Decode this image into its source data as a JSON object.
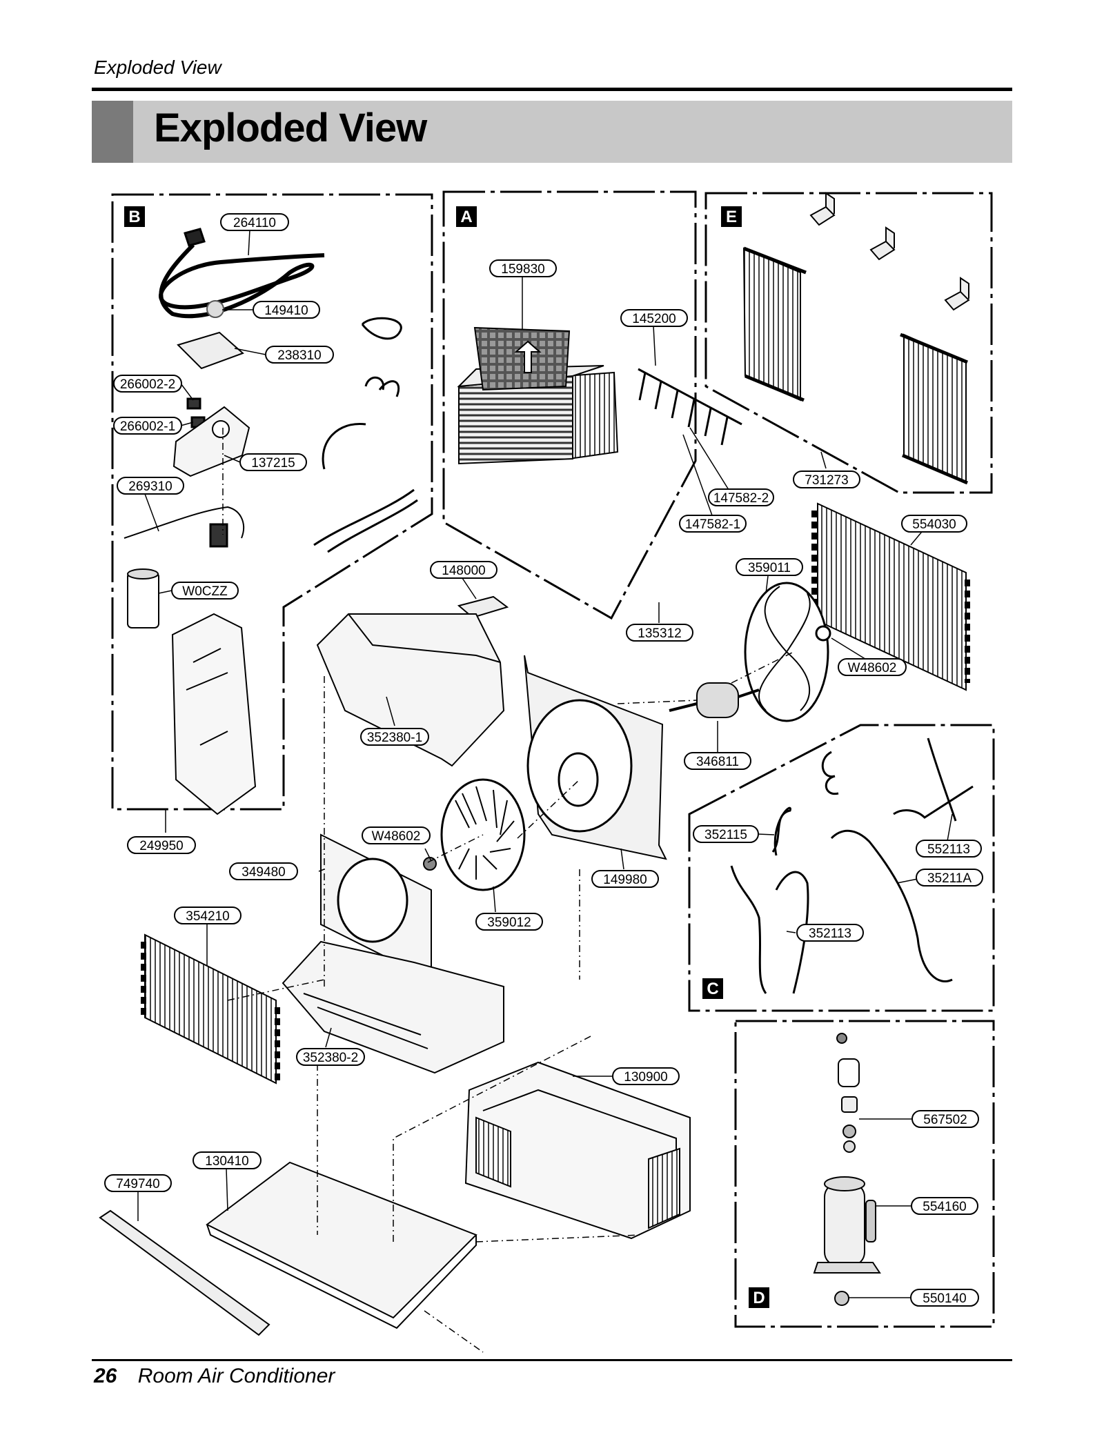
{
  "header": {
    "running_title": "Exploded View",
    "section_title": "Exploded View"
  },
  "footer": {
    "page_number": "26",
    "document_title": "Room Air Conditioner"
  },
  "panels": {
    "a": "A",
    "b": "B",
    "c": "C",
    "d": "D",
    "e": "E"
  },
  "callouts": {
    "p264110": "264110",
    "p149410": "149410",
    "p238310": "238310",
    "p266002_2": "266002-2",
    "p266002_1": "266002-1",
    "p137215": "137215",
    "p269310": "269310",
    "pW0CZZ": "W0CZZ",
    "p249950": "249950",
    "p159830": "159830",
    "p145200": "145200",
    "p147582_2": "147582-2",
    "p147582_1": "147582-1",
    "p731273": "731273",
    "p554030": "554030",
    "p148000": "148000",
    "p135312": "135312",
    "p359011": "359011",
    "pW48602_a": "W48602",
    "p352380_1": "352380-1",
    "p346811": "346811",
    "pW48602_b": "W48602",
    "p349480": "349480",
    "p149980": "149980",
    "p359012": "359012",
    "p354210": "354210",
    "p352380_2": "352380-2",
    "p352115": "352115",
    "p552113": "552113",
    "p35211A": "35211A",
    "p352113": "352113",
    "p130900": "130900",
    "p130410": "130410",
    "p749740": "749740",
    "p567502": "567502",
    "p554160": "554160",
    "p550140": "550140"
  }
}
